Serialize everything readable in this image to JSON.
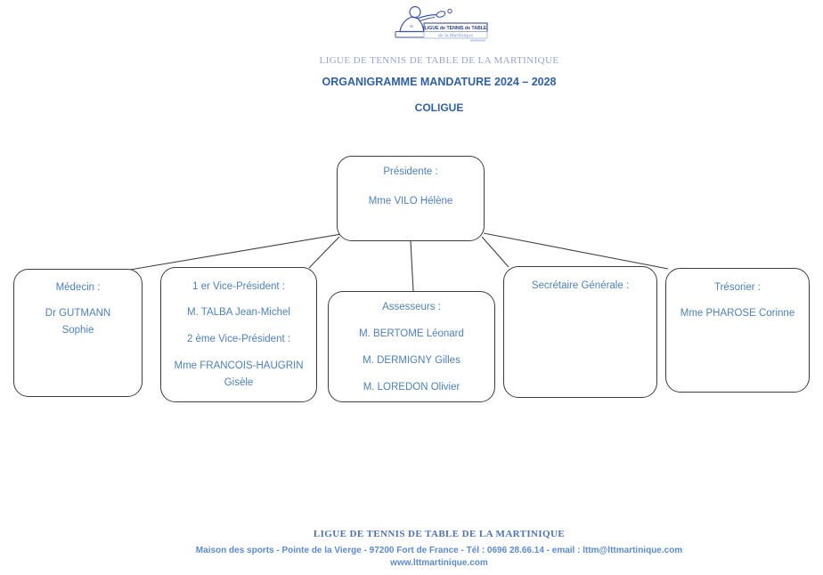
{
  "header": {
    "org_title": "LIGUE DE TENNIS DE TABLE DE LA MARTINIQUE",
    "doc_title": "ORGANIGRAMME MANDATURE 2024 – 2028",
    "doc_subtitle": "COLIGUE"
  },
  "logo": {
    "banner_line1": "LIGUE de TENNIS de TABLE",
    "banner_line2": "de la Martinique"
  },
  "orgchart": {
    "president": {
      "lines": [
        "Présidente :",
        "Mme VILO Hélène"
      ]
    },
    "boxes": [
      {
        "role": "medecin",
        "lines": [
          "Médecin :",
          "Dr GUTMANN",
          "Sophie"
        ]
      },
      {
        "role": "vice-presidents",
        "lines": [
          "1 er Vice-Président :",
          "M. TALBA Jean-Michel",
          "2 ème Vice-Président :",
          "Mme FRANCOIS-HAUGRIN",
          "Gisèle"
        ]
      },
      {
        "role": "assesseurs",
        "lines": [
          "Assesseurs :",
          "M. BERTOME Léonard",
          "M. DERMIGNY Gilles",
          "M. LOREDON Olivier"
        ]
      },
      {
        "role": "secretaire-generale",
        "lines": [
          "Secrétaire Générale :"
        ]
      },
      {
        "role": "tresorier",
        "lines": [
          "Trésorier :",
          "Mme PHAROSE Corinne"
        ]
      }
    ]
  },
  "footer": {
    "org_title": "LIGUE DE TENNIS DE TABLE DE LA MARTINIQUE",
    "address": "Maison des sports - Pointe de la Vierge - 97200 Fort de France - Tél : 0696 28.66.14 - email : lttm@lttmartinique.com",
    "website": "www.lttmartinique.com"
  },
  "colors": {
    "box_text_blue": "#4e81bd",
    "heading_blue": "#3060a8",
    "light_serif_blue": "#95a5d2",
    "footer_blue": "#5b8bd0",
    "border_gray": "#3d3d3d",
    "logo_blue": "#2b3f8c"
  }
}
